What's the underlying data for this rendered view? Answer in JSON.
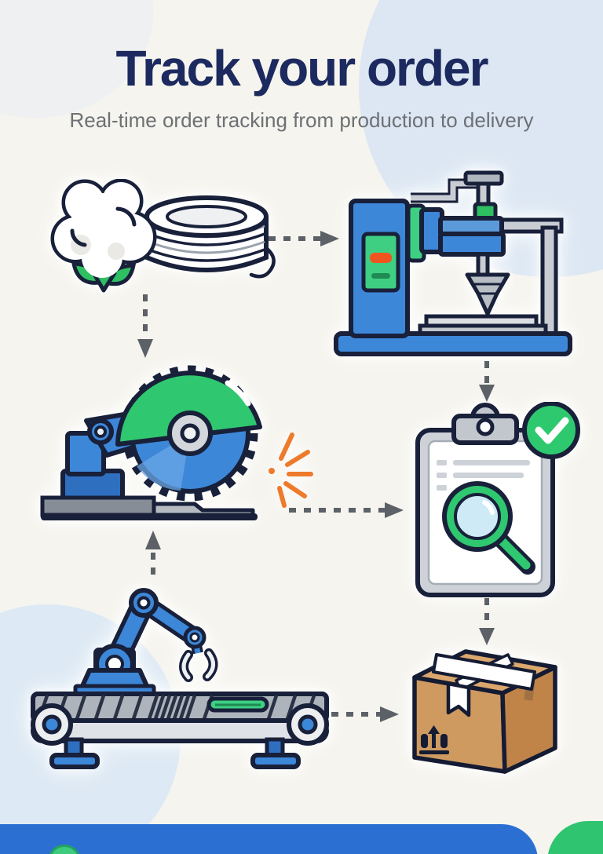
{
  "header": {
    "title": "Track your order",
    "subtitle": "Real-time order tracking from production to delivery"
  },
  "steps": [
    {
      "name": "raw-materials",
      "icon": "cotton-and-yarn-icon"
    },
    {
      "name": "production",
      "icon": "stitching-machine-icon"
    },
    {
      "name": "cutting",
      "icon": "cutting-machine-icon"
    },
    {
      "name": "quality-inspection",
      "icon": "inspection-clipboard-icon"
    },
    {
      "name": "assembly-line",
      "icon": "robotic-arm-conveyor-icon"
    },
    {
      "name": "packaging",
      "icon": "shipping-box-icon"
    }
  ],
  "flow_arrows": [
    {
      "from": "raw-materials",
      "to": "production",
      "direction": "right"
    },
    {
      "from": "raw-materials",
      "to": "cutting",
      "direction": "down"
    },
    {
      "from": "production",
      "to": "quality-inspection",
      "direction": "down"
    },
    {
      "from": "cutting",
      "to": "quality-inspection",
      "direction": "right"
    },
    {
      "from": "assembly-line",
      "to": "cutting",
      "direction": "up"
    },
    {
      "from": "quality-inspection",
      "to": "packaging",
      "direction": "down"
    },
    {
      "from": "assembly-line",
      "to": "packaging",
      "direction": "right"
    }
  ],
  "colors": {
    "background": "#f5f4ee",
    "title_navy": "#1d2a60",
    "subtitle_gray": "#6d7175",
    "outline_dark": "#18203a",
    "machine_blue": "#3d87d9",
    "deep_blue": "#2e6fc0",
    "accent_green": "#2fc76f",
    "spark_orange": "#ee7a2b",
    "button_orange": "#f1551f",
    "box_tan": "#cf9a60",
    "arrow_gray": "#5c6167",
    "light_blue_circle": "#dce7f3",
    "footer_bar_blue": "#2b6fd3"
  }
}
